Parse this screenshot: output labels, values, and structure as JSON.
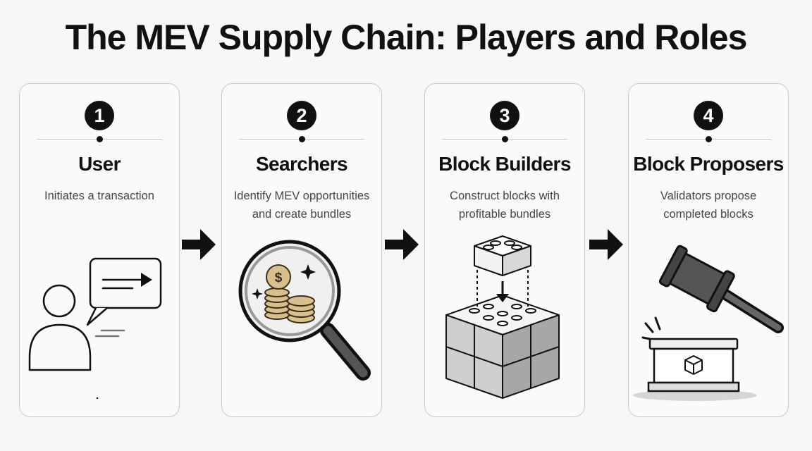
{
  "title": "The MEV Supply Chain: Players and Roles",
  "steps": [
    {
      "number": "1",
      "name": "User",
      "description": [
        "Initiates a transaction"
      ],
      "icon": "user-transaction-icon"
    },
    {
      "number": "2",
      "name": "Searchers",
      "description": [
        "Identify MEV opportunities",
        "and create bundles"
      ],
      "icon": "magnifier-coins-icon"
    },
    {
      "number": "3",
      "name": "Block Builders",
      "description": [
        "Construct blocks with",
        "profitable bundles"
      ],
      "icon": "building-blocks-icon"
    },
    {
      "number": "4",
      "name": "Block Proposers",
      "description": [
        "Validators propose",
        "completed blocks"
      ],
      "icon": "gavel-icon"
    }
  ],
  "colors": {
    "badge": "#111111",
    "coin": "#d9bf8c",
    "coin_edge": "#3a2e1a"
  }
}
